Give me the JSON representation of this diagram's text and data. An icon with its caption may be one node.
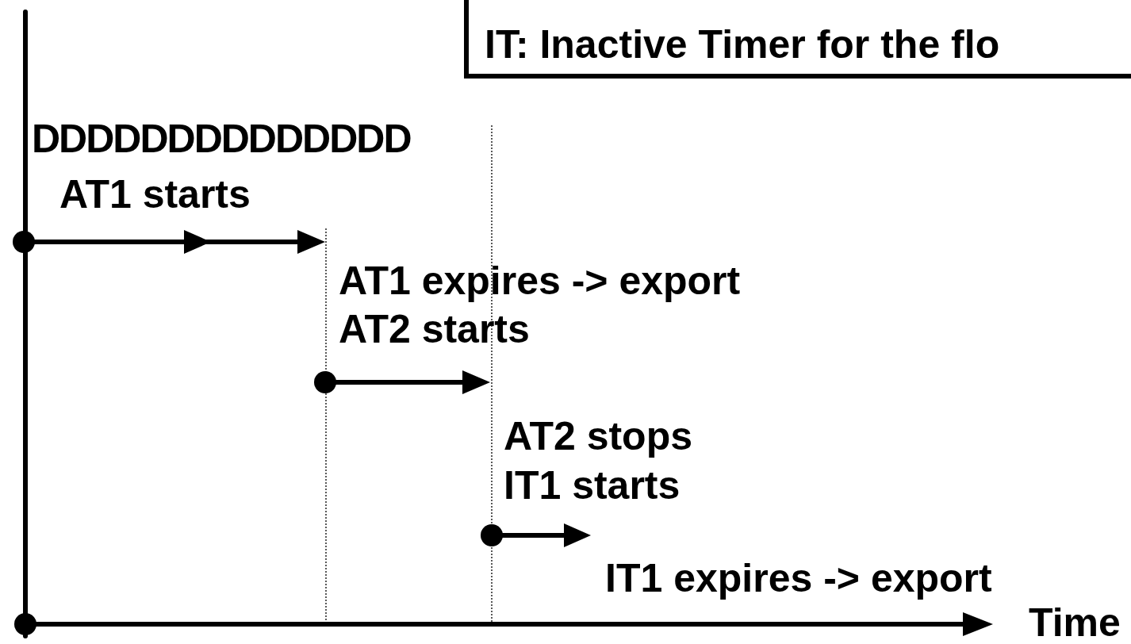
{
  "diagram": {
    "nodes": [
      {
        "text": [
          "IT: Inactive Timer for the flo"
        ]
      }
    ],
    "labels": [
      "DDDDDDDDDDDDDD",
      "AT1 starts",
      "AT1 expires -> export",
      "AT2 starts",
      "AT2 stops",
      "IT1 starts",
      "IT1 expires -> export",
      "Time"
    ]
  }
}
